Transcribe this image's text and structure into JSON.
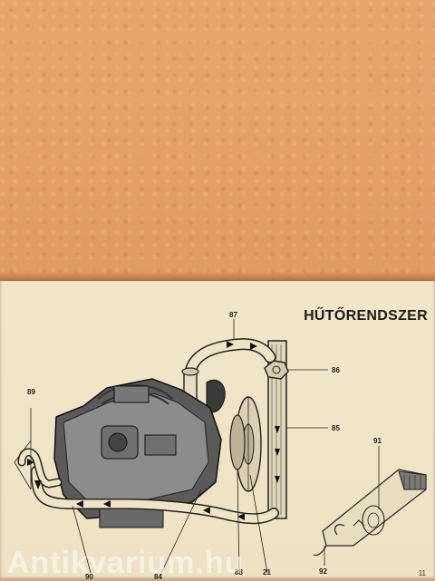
{
  "title": "HŰTŐRENDSZER",
  "callouts": {
    "c87": "87",
    "c86": "86",
    "c89": "89",
    "c85": "85",
    "c91": "91",
    "c90": "90",
    "c84": "84",
    "c88": "88",
    "c21": "21",
    "c92": "92"
  },
  "watermark": "Antikvarium.hu",
  "page_number": "11"
}
